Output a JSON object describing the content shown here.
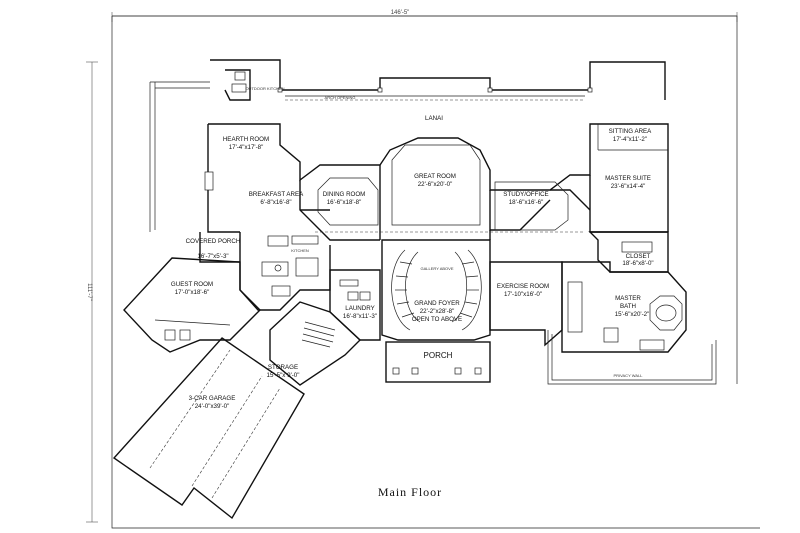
{
  "floor_title": "Main Floor",
  "overall_width": "146'-5\"",
  "overall_depth": "111'-7\"",
  "rooms": {
    "lanai": {
      "name": "LANAI"
    },
    "hearth_room": {
      "name": "HEARTH ROOM",
      "size": "17'-4\"x17'-8\""
    },
    "breakfast_area": {
      "name": "BREAKFAST AREA",
      "size": "6'-8\"x16'-8\""
    },
    "dining_room": {
      "name": "DINING ROOM",
      "size": "16'-6\"x18'-8\""
    },
    "great_room": {
      "name": "GREAT ROOM",
      "size": "22'-6\"x20'-0\""
    },
    "study_office": {
      "name": "STUDY/OFFICE",
      "size": "18'-6\"x16'-6\""
    },
    "sitting_area": {
      "name": "SITTING AREA",
      "size": "17'-4\"x11'-2\""
    },
    "master_suite": {
      "name": "MASTER SUITE",
      "size": "23'-6\"x14'-4\""
    },
    "covered_porch": {
      "name": "COVERED PORCH",
      "size": "16'-7\"x5'-3\""
    },
    "guest_room": {
      "name": "GUEST ROOM",
      "size": "17'-0\"x18'-6\""
    },
    "grand_foyer": {
      "name": "GRAND FOYER",
      "size": "22'-2\"x28'-8\"",
      "note": "OPEN TO ABOVE"
    },
    "exercise_room": {
      "name": "EXERCISE ROOM",
      "size": "17'-10\"x16'-0\""
    },
    "closet": {
      "name": "CLOSET",
      "size": "18'-6\"x8'-0\""
    },
    "master_bath": {
      "name": "MASTER BATH",
      "size": "15'-6\"x20'-2\""
    },
    "porch": {
      "name": "PORCH"
    },
    "storage": {
      "name": "STORAGE",
      "size": "15'-5\"x 9'-0\""
    },
    "laundry": {
      "name": "LAUNDRY",
      "size": "16'-8\"x11'-3\""
    },
    "garage": {
      "name": "3-CAR GARAGE",
      "size": "24'-0\"x39'-0\""
    }
  }
}
